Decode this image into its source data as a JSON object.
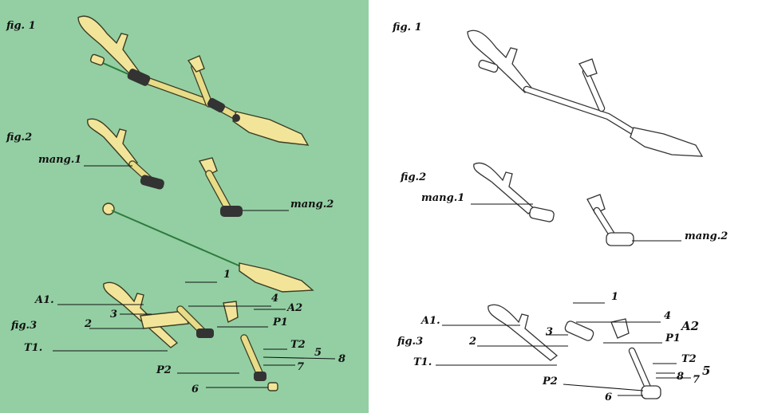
{
  "panels": {
    "left": {
      "background": "#93cfa3",
      "labels": {
        "fig1": "fig. 1",
        "fig2": "fig.2",
        "fig3": "fig.3",
        "mang1": "mang.1",
        "mang2": "mang.2",
        "n1": "1",
        "A1": "A1.",
        "n3": "3",
        "n4": "4",
        "A2": "A2",
        "n2": "2",
        "P1": "P1",
        "T1": "T1.",
        "T2": "T2",
        "n5": "5",
        "n8": "8",
        "n7": "7",
        "P2": "P2",
        "n6": "6"
      }
    },
    "right": {
      "background": "#ffffff",
      "labels": {
        "fig1": "fig. 1",
        "fig2": "fig.2",
        "fig3": "fig.3",
        "mang1": "mang.1",
        "mang2": "mang.2",
        "n1": "1",
        "A1": "A1.",
        "n3": "3",
        "n4": "4",
        "A2": "A2",
        "n2": "2",
        "P1": "P1",
        "T1": "T1.",
        "T2": "T2",
        "n5": "5",
        "n8": "8",
        "n7": "7",
        "P2": "P2",
        "n6": "6"
      }
    }
  }
}
